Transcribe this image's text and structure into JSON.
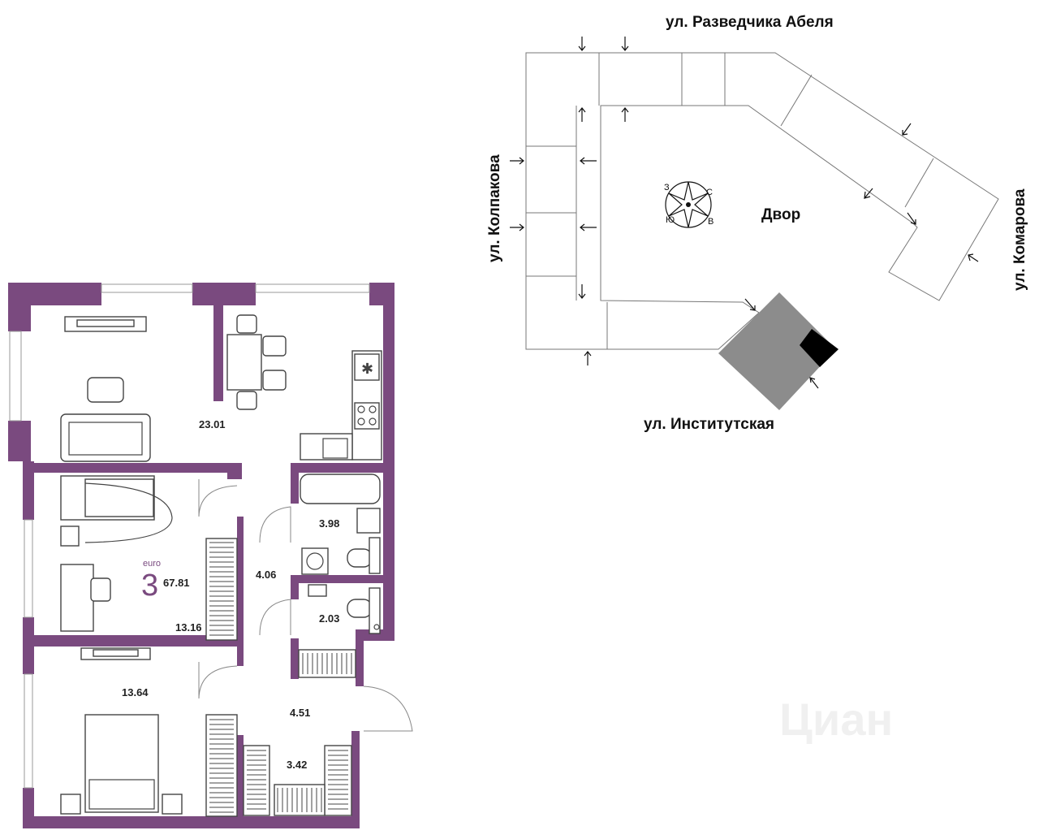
{
  "apartment": {
    "class_label": "euro",
    "rooms_count": "3",
    "total_area": "67.81",
    "rooms": [
      {
        "id": "living-kitchen",
        "area": "23.01"
      },
      {
        "id": "bedroom-1",
        "area": "13.16"
      },
      {
        "id": "bedroom-2",
        "area": "13.64"
      },
      {
        "id": "corridor",
        "area": "4.06"
      },
      {
        "id": "bathroom",
        "area": "3.98"
      },
      {
        "id": "toilet",
        "area": "2.03"
      },
      {
        "id": "hall",
        "area": "4.51"
      },
      {
        "id": "wardrobe",
        "area": "3.42"
      }
    ]
  },
  "site_plan": {
    "streets": {
      "north": "ул. Разведчика Абеля",
      "west": "ул. Колпакова",
      "east": "ул. Комарова",
      "south": "ул. Институтская"
    },
    "courtyard": "Двор",
    "compass": {
      "n": "С",
      "e": "В",
      "s": "Ю",
      "w": "З"
    }
  },
  "watermark": "Циан",
  "colors": {
    "wall": "#7a4a7f",
    "highlight_building": "#8c8c8c",
    "selected_section": "#000000"
  }
}
